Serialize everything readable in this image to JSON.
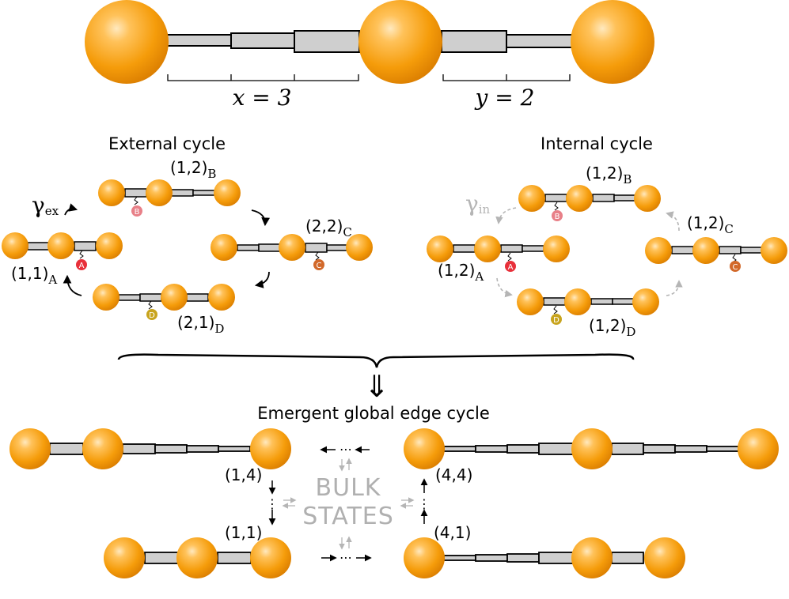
{
  "top": {
    "x_label": "x = 3",
    "y_label": "y = 2"
  },
  "external": {
    "title": "External cycle",
    "gamma": "γ",
    "gamma_sub": "ex",
    "states": [
      {
        "label": "(1,1)",
        "sub": "A"
      },
      {
        "label": "(1,2)",
        "sub": "B"
      },
      {
        "label": "(2,2)",
        "sub": "C"
      },
      {
        "label": "(2,1)",
        "sub": "D"
      }
    ]
  },
  "internal": {
    "title": "Internal cycle",
    "gamma": "γ",
    "gamma_sub": "in",
    "states": [
      {
        "label": "(1,2)",
        "sub": "A"
      },
      {
        "label": "(1,2)",
        "sub": "B"
      },
      {
        "label": "(1,2)",
        "sub": "C"
      },
      {
        "label": "(1,2)",
        "sub": "D"
      }
    ]
  },
  "sites": {
    "A": "A",
    "B": "B",
    "C": "C",
    "D": "D"
  },
  "site_colors": {
    "A": "#e8303a",
    "B": "#e88088",
    "C": "#d2692a",
    "D": "#c8a41e"
  },
  "implies": "⇓",
  "emergent": {
    "title": "Emergent global edge cycle",
    "bulk_line1": "BULK",
    "bulk_line2": "STATES",
    "states": [
      "(1,4)",
      "(4,4)",
      "(1,1)",
      "(4,1)"
    ],
    "dots": "⋯",
    "vdots": "⋮"
  },
  "colors": {
    "ball": "#f59c0a",
    "segment": "#cfcfcf",
    "gray_arrow": "#b5b5b5"
  }
}
